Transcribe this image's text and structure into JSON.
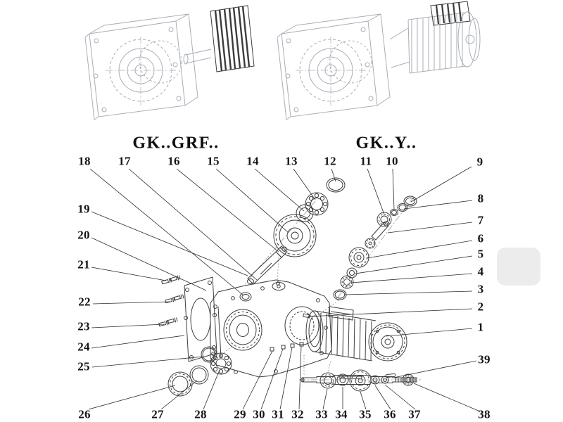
{
  "models": {
    "left": "GK..GRF..",
    "right": "GK..Y.."
  },
  "callouts": [
    "1",
    "2",
    "3",
    "4",
    "5",
    "6",
    "7",
    "8",
    "9",
    "10",
    "11",
    "12",
    "13",
    "14",
    "15",
    "16",
    "17",
    "18",
    "19",
    "20",
    "21",
    "22",
    "23",
    "24",
    "25",
    "26",
    "27",
    "28",
    "29",
    "30",
    "31",
    "32",
    "33",
    "34",
    "35",
    "36",
    "37",
    "38",
    "39"
  ],
  "palette": {
    "ink": "#2b2b2b",
    "sketch": "#a8aeb6",
    "background": "#ffffff"
  }
}
